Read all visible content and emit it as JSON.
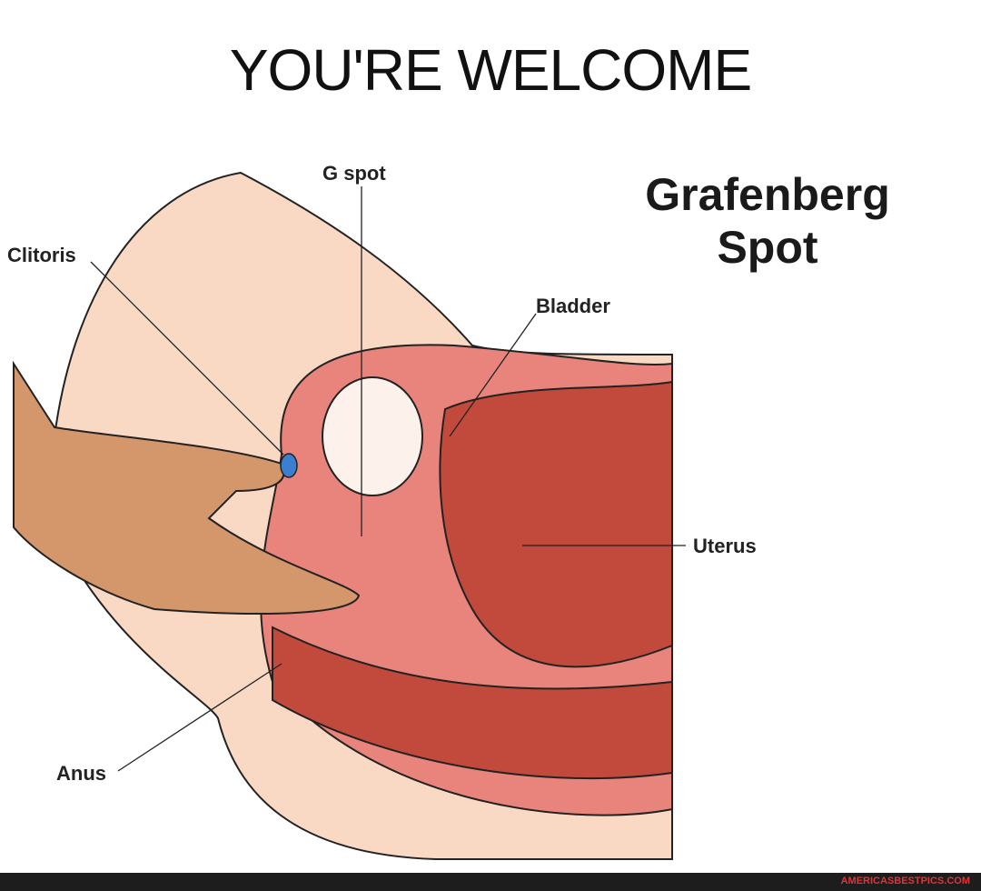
{
  "caption": "YOU'RE WELCOME",
  "title_lines": [
    "Grafenberg",
    "Spot"
  ],
  "labels": {
    "g_spot": "G spot",
    "clitoris": "Clitoris",
    "bladder": "Bladder",
    "uterus": "Uterus",
    "anus": "Anus"
  },
  "watermark": "AMERICASBESTPICS.COM",
  "colors": {
    "skin": "#f9d9c4",
    "tissue": "#e8847c",
    "deep": "#c14a3c",
    "hand": "#d4966b",
    "marker": "#3b7fd0"
  }
}
